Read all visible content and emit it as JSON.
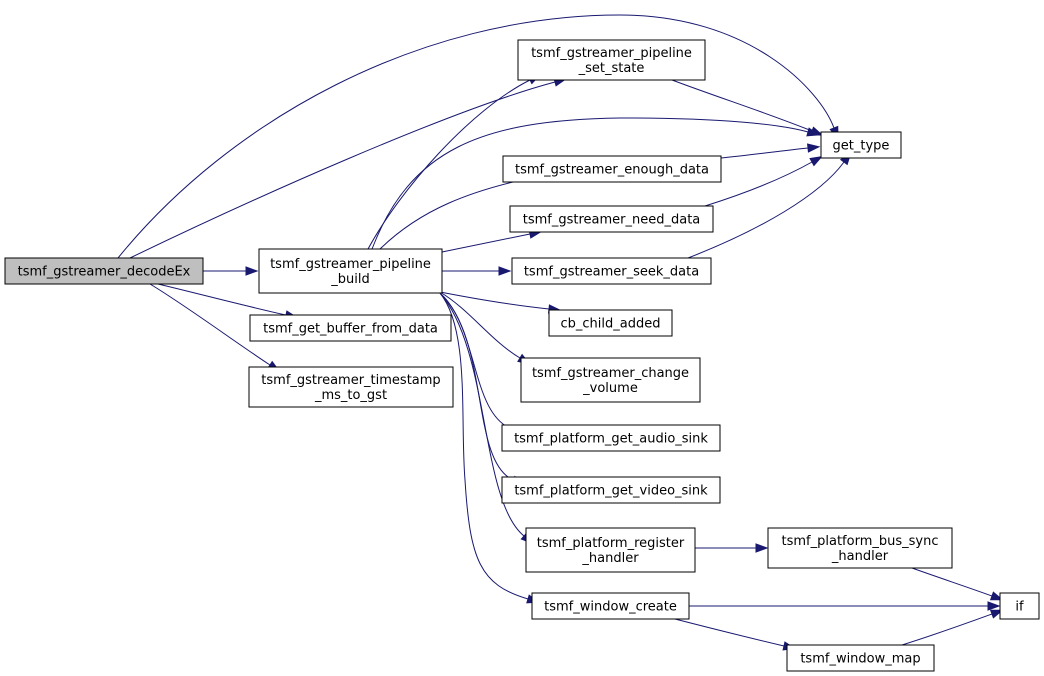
{
  "graph": {
    "edge_color": "#191970",
    "root_fill": "#bfbfbf",
    "nodes": {
      "decodeEx": {
        "lines": [
          "tsmf_gstreamer_decodeEx"
        ]
      },
      "pipeline_build": {
        "lines": [
          "tsmf_gstreamer_pipeline",
          "_build"
        ]
      },
      "get_buffer_from_data": {
        "lines": [
          "tsmf_get_buffer_from_data"
        ]
      },
      "timestamp_ms_to_gst": {
        "lines": [
          "tsmf_gstreamer_timestamp",
          "_ms_to_gst"
        ]
      },
      "pipeline_set_state": {
        "lines": [
          "tsmf_gstreamer_pipeline",
          "_set_state"
        ]
      },
      "enough_data": {
        "lines": [
          "tsmf_gstreamer_enough_data"
        ]
      },
      "need_data": {
        "lines": [
          "tsmf_gstreamer_need_data"
        ]
      },
      "seek_data": {
        "lines": [
          "tsmf_gstreamer_seek_data"
        ]
      },
      "cb_child_added": {
        "lines": [
          "cb_child_added"
        ]
      },
      "change_volume": {
        "lines": [
          "tsmf_gstreamer_change",
          "_volume"
        ]
      },
      "get_audio_sink": {
        "lines": [
          "tsmf_platform_get_audio_sink"
        ]
      },
      "get_video_sink": {
        "lines": [
          "tsmf_platform_get_video_sink"
        ]
      },
      "register_handler": {
        "lines": [
          "tsmf_platform_register",
          "_handler"
        ]
      },
      "window_create": {
        "lines": [
          "tsmf_window_create"
        ]
      },
      "get_type": {
        "lines": [
          "get_type"
        ]
      },
      "bus_sync_handler": {
        "lines": [
          "tsmf_platform_bus_sync",
          "_handler"
        ]
      },
      "window_map": {
        "lines": [
          "tsmf_window_map"
        ]
      },
      "if": {
        "lines": [
          "if"
        ]
      }
    },
    "edges": [
      [
        "decodeEx",
        "pipeline_build"
      ],
      [
        "decodeEx",
        "get_buffer_from_data"
      ],
      [
        "decodeEx",
        "timestamp_ms_to_gst"
      ],
      [
        "decodeEx",
        "pipeline_set_state"
      ],
      [
        "decodeEx",
        "get_type"
      ],
      [
        "pipeline_build",
        "pipeline_set_state"
      ],
      [
        "pipeline_build",
        "get_type"
      ],
      [
        "pipeline_build",
        "enough_data"
      ],
      [
        "pipeline_build",
        "need_data"
      ],
      [
        "pipeline_build",
        "seek_data"
      ],
      [
        "pipeline_build",
        "cb_child_added"
      ],
      [
        "pipeline_build",
        "change_volume"
      ],
      [
        "pipeline_build",
        "get_audio_sink"
      ],
      [
        "pipeline_build",
        "get_video_sink"
      ],
      [
        "pipeline_build",
        "register_handler"
      ],
      [
        "pipeline_build",
        "window_create"
      ],
      [
        "pipeline_set_state",
        "get_type"
      ],
      [
        "enough_data",
        "get_type"
      ],
      [
        "need_data",
        "get_type"
      ],
      [
        "seek_data",
        "get_type"
      ],
      [
        "register_handler",
        "bus_sync_handler"
      ],
      [
        "bus_sync_handler",
        "if"
      ],
      [
        "window_create",
        "if"
      ],
      [
        "window_create",
        "window_map"
      ],
      [
        "window_map",
        "if"
      ]
    ]
  }
}
